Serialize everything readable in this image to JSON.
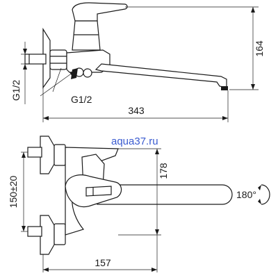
{
  "watermark": {
    "text": "aqua37.ru",
    "color": "#3a5bd0"
  },
  "side_view": {
    "dimensions": {
      "height": "164",
      "spout_reach": "343",
      "thread_vertical": "G1/2",
      "thread_angled": "G1/2"
    }
  },
  "front_view": {
    "dimensions": {
      "height": "178",
      "center_distance": "150±20",
      "width": "157"
    },
    "rotation": "180°"
  },
  "colors": {
    "line": "#1a1a1a",
    "background": "#ffffff"
  }
}
